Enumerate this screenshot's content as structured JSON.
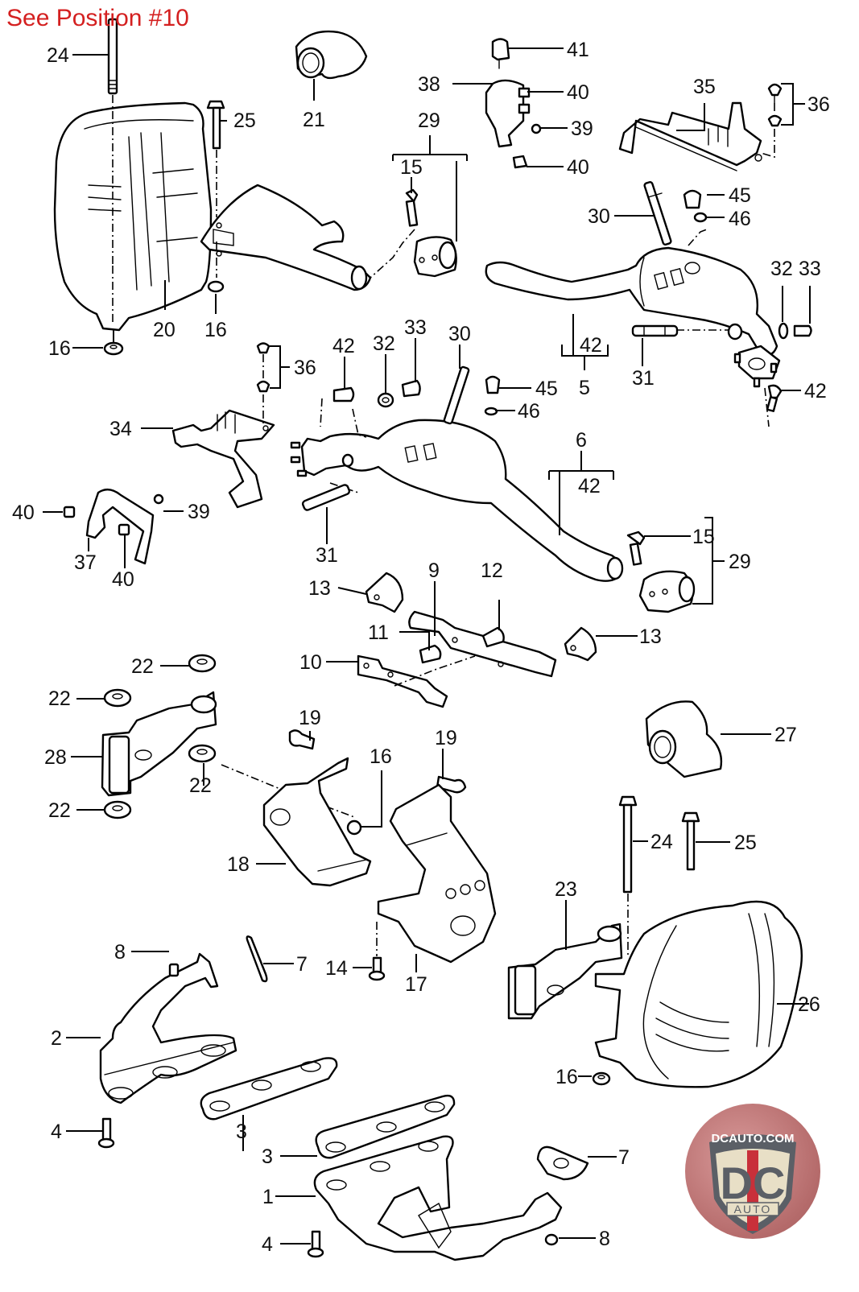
{
  "header_note": "See Position #10",
  "brand": {
    "top_text": "DCAUTO.COM",
    "mark": "DC",
    "sub_text": "AUTO",
    "colors": {
      "shield_fill": "#e8dfc6",
      "shield_text": "#5b5f66",
      "accent": "#c8303a",
      "badge_bg": "#b56b6b"
    }
  },
  "callouts": [
    {
      "id": "24a",
      "label": "24"
    },
    {
      "id": "25a",
      "label": "25"
    },
    {
      "id": "21",
      "label": "21"
    },
    {
      "id": "20",
      "label": "20"
    },
    {
      "id": "16a",
      "label": "16"
    },
    {
      "id": "16b",
      "label": "16"
    },
    {
      "id": "29a",
      "label": "29"
    },
    {
      "id": "15a",
      "label": "15"
    },
    {
      "id": "41",
      "label": "41"
    },
    {
      "id": "38",
      "label": "38"
    },
    {
      "id": "40a",
      "label": "40"
    },
    {
      "id": "39a",
      "label": "39"
    },
    {
      "id": "40b",
      "label": "40"
    },
    {
      "id": "35",
      "label": "35"
    },
    {
      "id": "36a",
      "label": "36"
    },
    {
      "id": "30a",
      "label": "30"
    },
    {
      "id": "45a",
      "label": "45"
    },
    {
      "id": "46a",
      "label": "46"
    },
    {
      "id": "32a",
      "label": "32"
    },
    {
      "id": "33a",
      "label": "33"
    },
    {
      "id": "42a",
      "label": "42"
    },
    {
      "id": "5",
      "label": "5"
    },
    {
      "id": "31a",
      "label": "31"
    },
    {
      "id": "42b",
      "label": "42"
    },
    {
      "id": "36b",
      "label": "36"
    },
    {
      "id": "42c",
      "label": "42"
    },
    {
      "id": "32b",
      "label": "32"
    },
    {
      "id": "33b",
      "label": "33"
    },
    {
      "id": "30b",
      "label": "30"
    },
    {
      "id": "45b",
      "label": "45"
    },
    {
      "id": "46b",
      "label": "46"
    },
    {
      "id": "34",
      "label": "34"
    },
    {
      "id": "6",
      "label": "6"
    },
    {
      "id": "42d",
      "label": "42"
    },
    {
      "id": "40c",
      "label": "40"
    },
    {
      "id": "39b",
      "label": "39"
    },
    {
      "id": "37",
      "label": "37"
    },
    {
      "id": "40d",
      "label": "40"
    },
    {
      "id": "31b",
      "label": "31"
    },
    {
      "id": "15b",
      "label": "15"
    },
    {
      "id": "29b",
      "label": "29"
    },
    {
      "id": "13a",
      "label": "13"
    },
    {
      "id": "9",
      "label": "9"
    },
    {
      "id": "12",
      "label": "12"
    },
    {
      "id": "11",
      "label": "11"
    },
    {
      "id": "13b",
      "label": "13"
    },
    {
      "id": "10",
      "label": "10"
    },
    {
      "id": "22a",
      "label": "22"
    },
    {
      "id": "22b",
      "label": "22"
    },
    {
      "id": "28",
      "label": "28"
    },
    {
      "id": "22c",
      "label": "22"
    },
    {
      "id": "22d",
      "label": "22"
    },
    {
      "id": "19a",
      "label": "19"
    },
    {
      "id": "16c",
      "label": "16"
    },
    {
      "id": "19b",
      "label": "19"
    },
    {
      "id": "27",
      "label": "27"
    },
    {
      "id": "18",
      "label": "18"
    },
    {
      "id": "24b",
      "label": "24"
    },
    {
      "id": "25b",
      "label": "25"
    },
    {
      "id": "23",
      "label": "23"
    },
    {
      "id": "8a",
      "label": "8"
    },
    {
      "id": "7a",
      "label": "7"
    },
    {
      "id": "14",
      "label": "14"
    },
    {
      "id": "17",
      "label": "17"
    },
    {
      "id": "26",
      "label": "26"
    },
    {
      "id": "2",
      "label": "2"
    },
    {
      "id": "16d",
      "label": "16"
    },
    {
      "id": "3a",
      "label": "3"
    },
    {
      "id": "4a",
      "label": "4"
    },
    {
      "id": "3b",
      "label": "3"
    },
    {
      "id": "1",
      "label": "1"
    },
    {
      "id": "7b",
      "label": "7"
    },
    {
      "id": "4b",
      "label": "4"
    },
    {
      "id": "8b",
      "label": "8"
    }
  ]
}
